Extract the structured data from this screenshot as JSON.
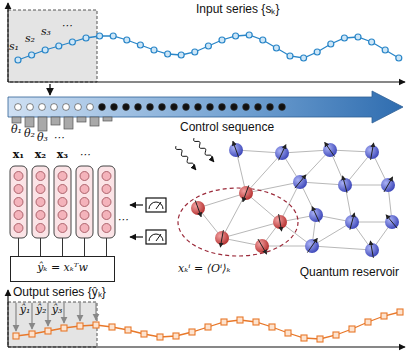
{
  "diagram": {
    "nodes": [
      {
        "text": [
          "ŷₖ = xₖᵀw"
        ]
      },
      {
        "text": [
          "Quantum reservoir"
        ]
      }
    ],
    "labels": [
      "Input series {sₖ}",
      "s₁",
      "s₂",
      "s₃",
      "⋯",
      "Control sequence",
      "θ₁",
      "θ₂",
      "θ₃",
      "⋯",
      "x₁",
      "x₂",
      "x₃",
      "⋯",
      "⋯",
      "xₖⁱ = ⟨Oⁱ⟩ₖ",
      "Output series {ŷₖ}",
      "ŷ₁",
      "ŷ₂",
      "ŷ₃"
    ]
  }
}
